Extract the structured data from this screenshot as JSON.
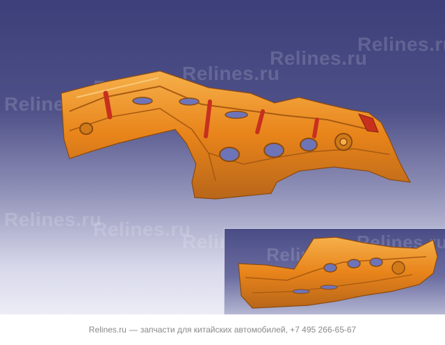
{
  "watermark": {
    "text": "Relines.ru"
  },
  "caption": {
    "site": "Relines.ru",
    "separator": "—",
    "description": "запчасти для китайских автомобилей, +7 495 266-65-67"
  },
  "colors": {
    "part_orange": "#e8841a",
    "part_highlight": "#f6b04a",
    "part_shadow": "#a85a12",
    "red_reinforcement": "#c8301e"
  }
}
